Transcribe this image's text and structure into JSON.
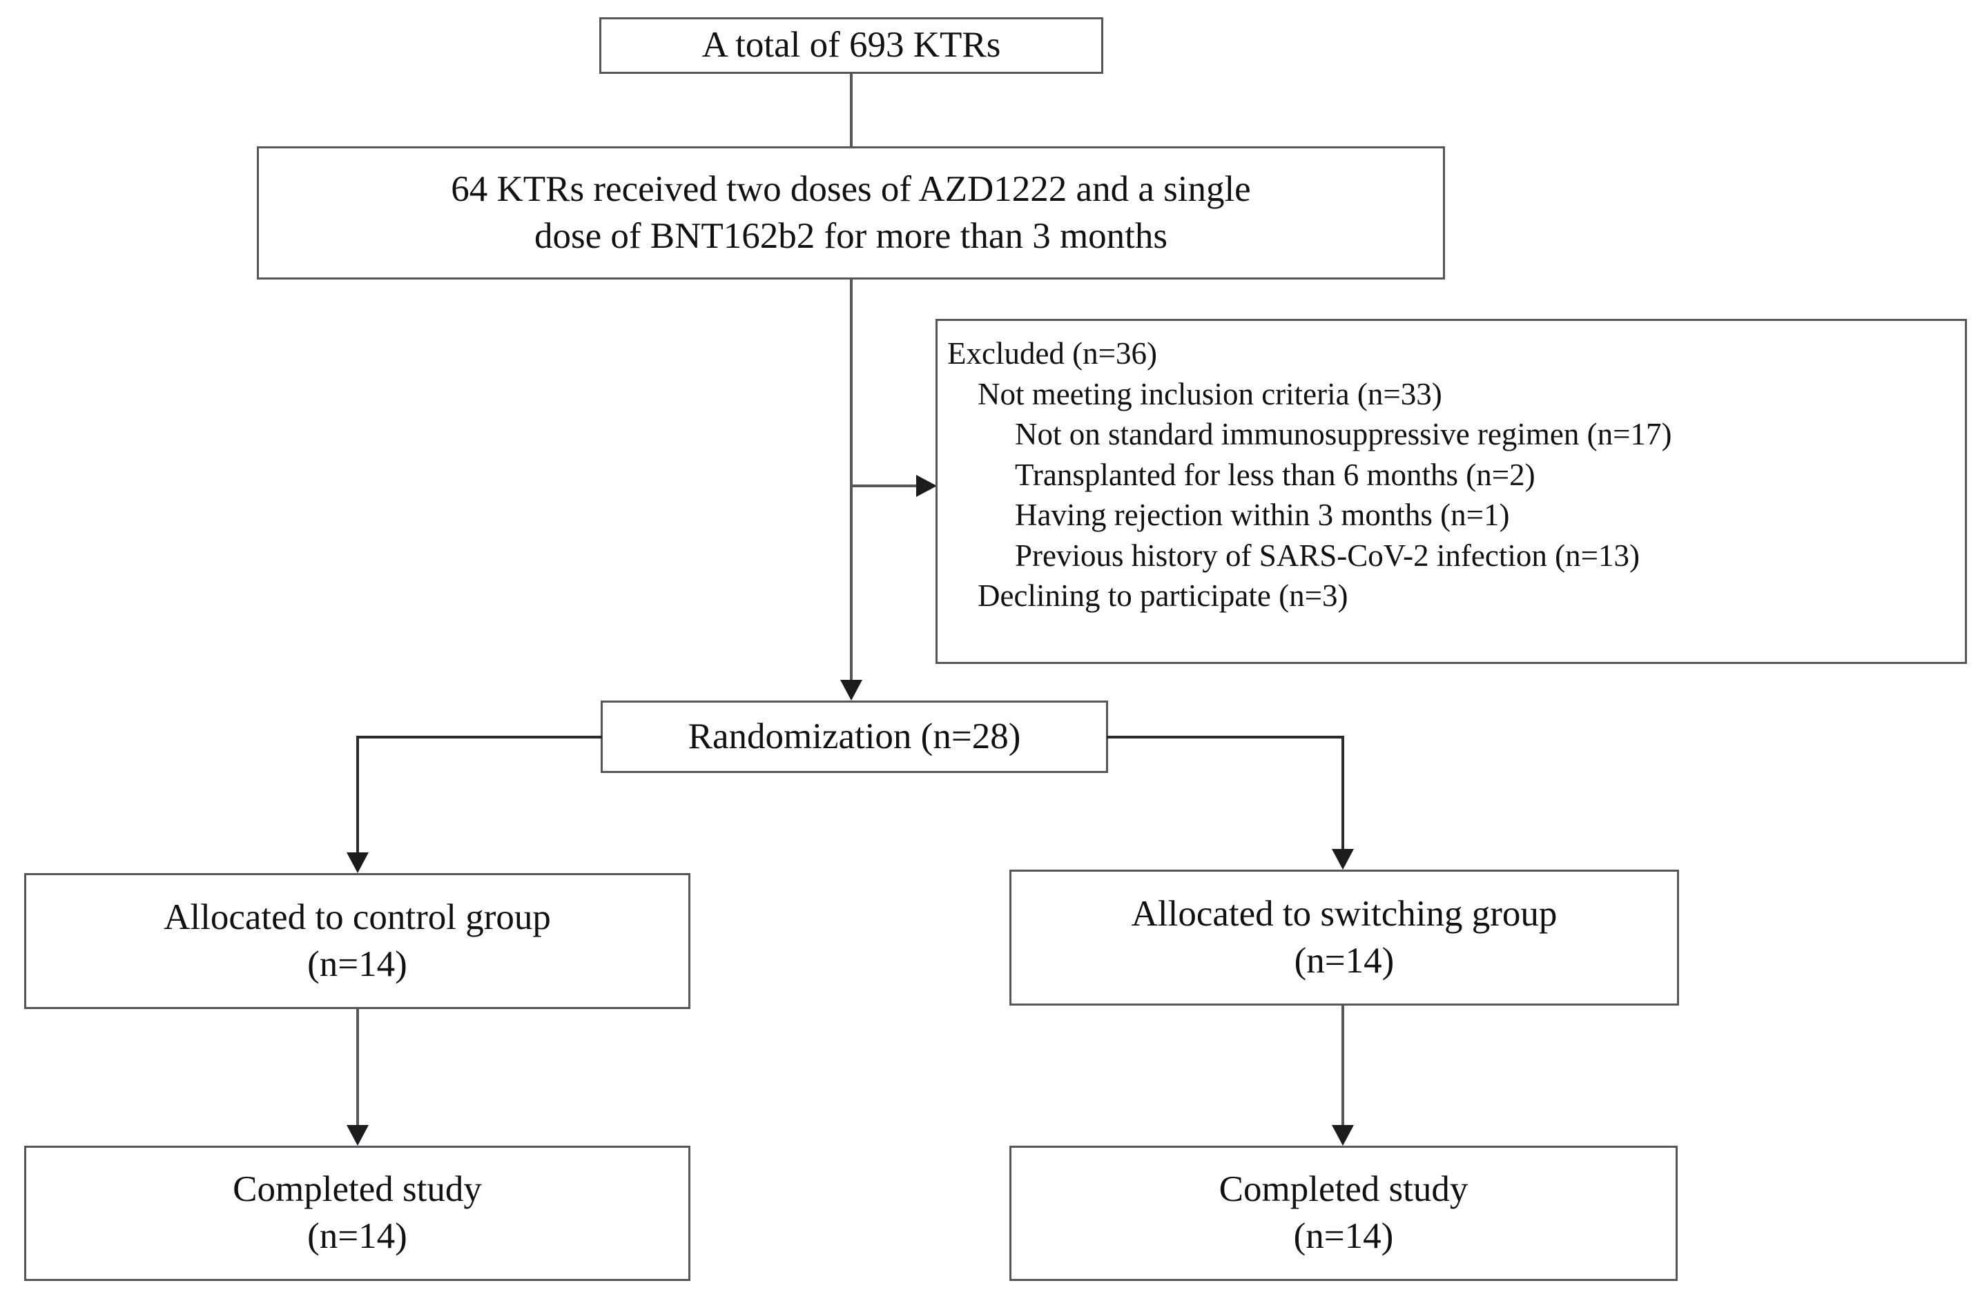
{
  "diagram": {
    "title": "CONSORT participant flow diagram",
    "type": "flowchart",
    "border_color": "#55565a",
    "arrow_color": "#1c1c1c",
    "background": "#ffffff"
  },
  "nodes": {
    "total": {
      "label": "A total of 693 KTRs",
      "lines": [
        "A total of 693 KTRs"
      ],
      "count": 693
    },
    "cohort": {
      "lines": [
        "64 KTRs received two doses of AZD1222 and a single",
        "dose of BNT162b2 for more than 3 months"
      ],
      "count": 64
    },
    "excluded": {
      "heading": "Excluded (n=36)",
      "count": 36,
      "items": [
        {
          "text": "Excluded (n=36)",
          "indent": 0,
          "n": 36
        },
        {
          "text": "Not meeting inclusion criteria (n=33)",
          "indent": 1,
          "n": 33
        },
        {
          "text": "Not on standard immunosuppressive regimen (n=17)",
          "indent": 2,
          "n": 17
        },
        {
          "text": "Transplanted for less than 6 months (n=2)",
          "indent": 2,
          "n": 2
        },
        {
          "text": "Having rejection within 3 months (n=1)",
          "indent": 2,
          "n": 1
        },
        {
          "text": "Previous history of SARS-CoV-2 infection (n=13)",
          "indent": 2,
          "n": 13
        },
        {
          "text": "Declining to participate (n=3)",
          "indent": 1,
          "n": 3
        }
      ]
    },
    "randomization": {
      "lines": [
        "Randomization (n=28)"
      ],
      "count": 28
    },
    "alloc_control": {
      "lines": [
        "Allocated to control group",
        "(n=14)"
      ],
      "count": 14
    },
    "alloc_switch": {
      "lines": [
        "Allocated to switching group",
        "(n=14)"
      ],
      "count": 14
    },
    "completed_control": {
      "lines": [
        "Completed study",
        "(n=14)"
      ],
      "count": 14
    },
    "completed_switch": {
      "lines": [
        "Completed study",
        "(n=14)"
      ],
      "count": 14
    }
  }
}
